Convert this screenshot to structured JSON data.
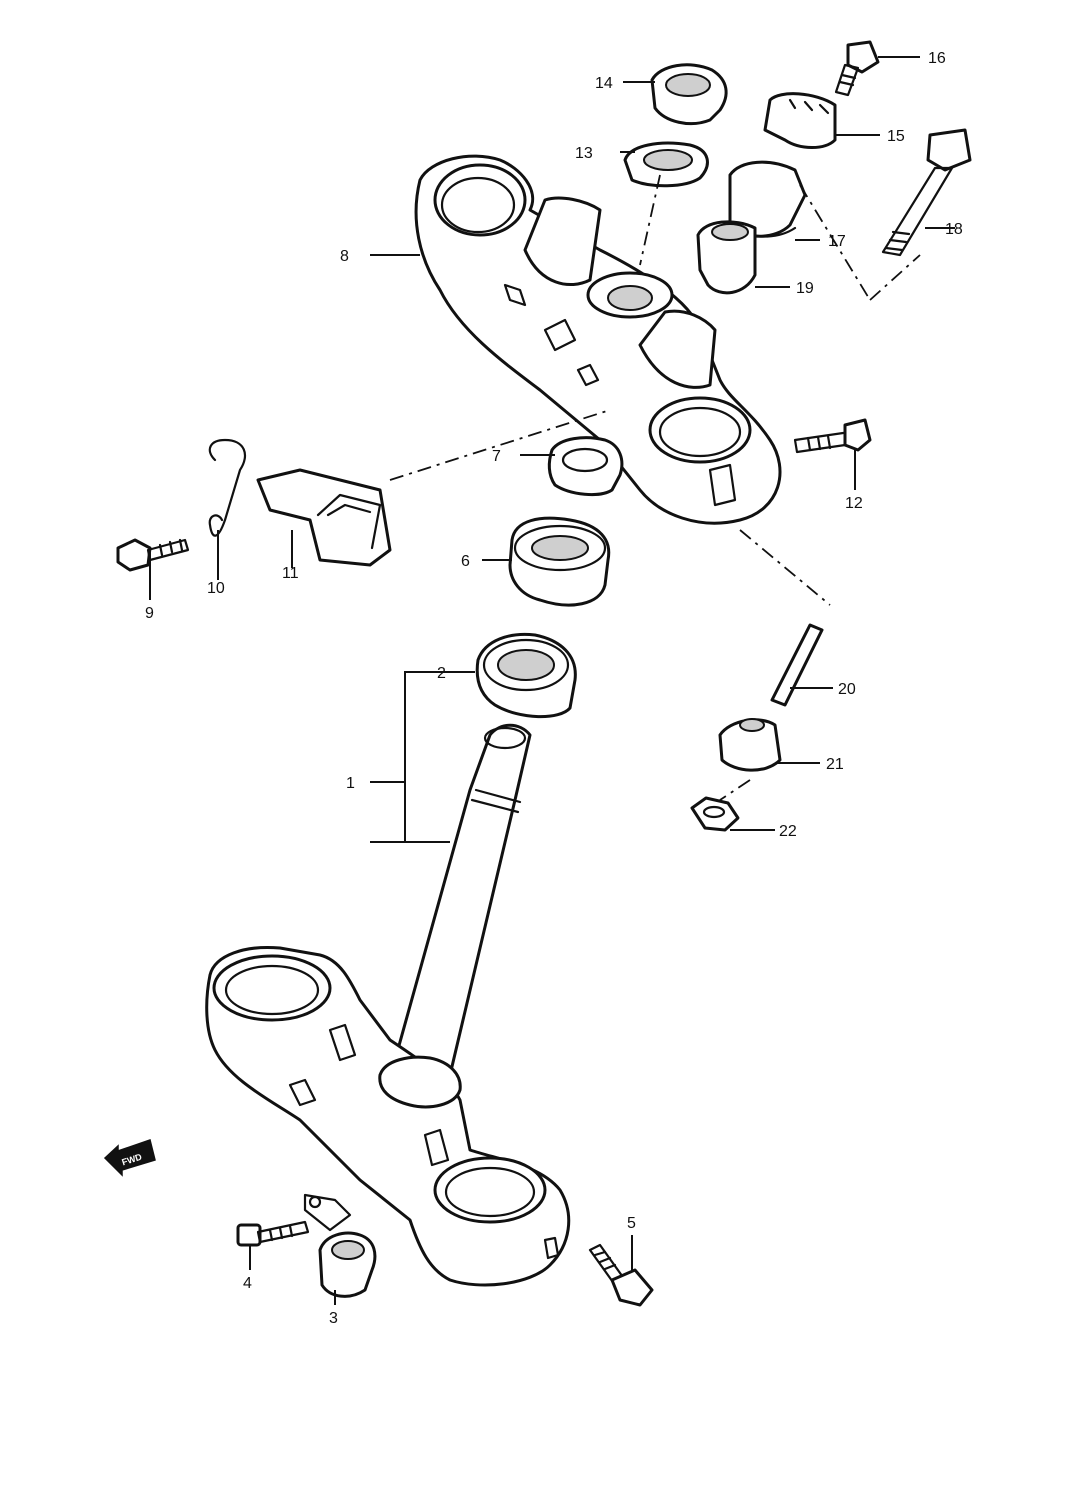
{
  "diagram": {
    "callouts": [
      {
        "id": "c1",
        "label": "1"
      },
      {
        "id": "c2",
        "label": "2"
      },
      {
        "id": "c3",
        "label": "3"
      },
      {
        "id": "c4",
        "label": "4"
      },
      {
        "id": "c5",
        "label": "5"
      },
      {
        "id": "c6",
        "label": "6"
      },
      {
        "id": "c7",
        "label": "7"
      },
      {
        "id": "c8",
        "label": "8"
      },
      {
        "id": "c9",
        "label": "9"
      },
      {
        "id": "c10",
        "label": "10"
      },
      {
        "id": "c11",
        "label": "11"
      },
      {
        "id": "c12",
        "label": "12"
      },
      {
        "id": "c13",
        "label": "13"
      },
      {
        "id": "c14",
        "label": "14"
      },
      {
        "id": "c15",
        "label": "15"
      },
      {
        "id": "c16",
        "label": "16"
      },
      {
        "id": "c17",
        "label": "17"
      },
      {
        "id": "c18",
        "label": "18"
      },
      {
        "id": "c19",
        "label": "19"
      },
      {
        "id": "c20",
        "label": "20"
      },
      {
        "id": "c21",
        "label": "21"
      },
      {
        "id": "c22",
        "label": "22"
      }
    ],
    "forward_arrow_label": "FWD"
  }
}
